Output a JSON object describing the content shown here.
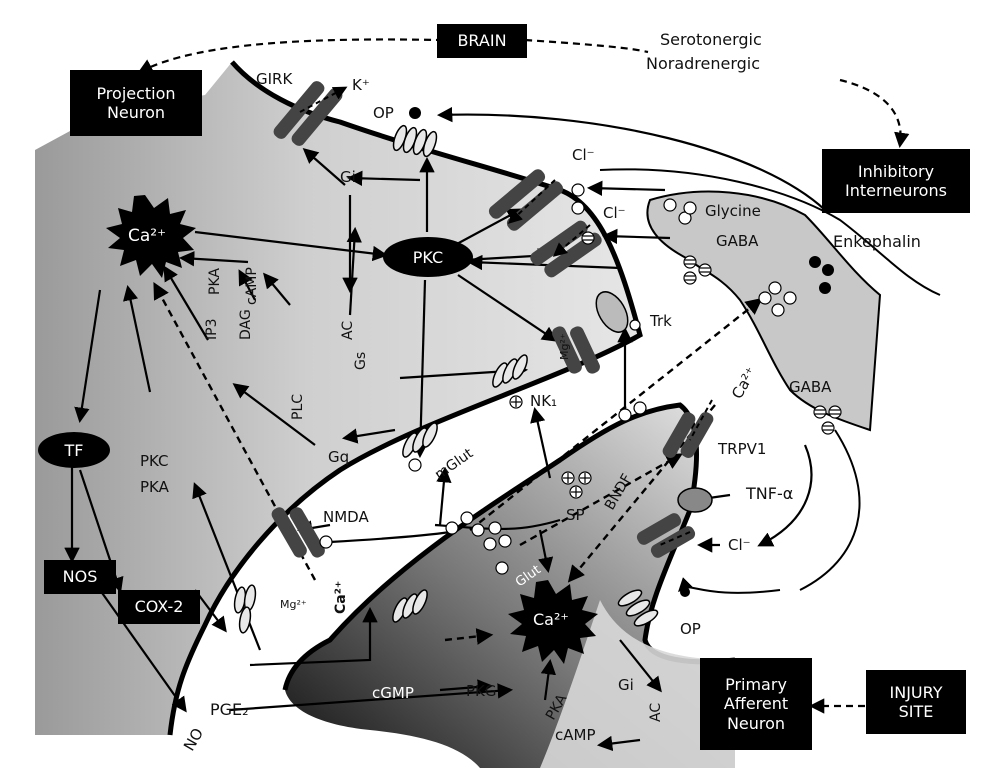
{
  "boxes": {
    "brain": "BRAIN",
    "projection_neuron": "Projection\nNeuron",
    "inhibitory_interneurons": "Inhibitory\nInterneurons",
    "primary_afferent_neuron": "Primary\nAfferent\nNeuron",
    "injury_site": "INJURY\nSITE",
    "nos": "NOS",
    "cox2": "COX-2"
  },
  "ovals": {
    "pkc": "PKC",
    "tf": "TF"
  },
  "bursts": {
    "ca_left": "Ca²⁺",
    "ca_bottom": "Ca²⁺"
  },
  "labels": {
    "serotonergic": "Serotonergic",
    "noradrenergic": "Noradrenergic",
    "girk": "GIRK",
    "k_plus": "K⁺",
    "op_top": "OP",
    "gi_top": "Gi",
    "cl_top": "Cl⁻",
    "cl_mid": "Cl⁻",
    "glycine": "Glycine",
    "gaba_top": "GABA",
    "enkephalin": "Enkephalin",
    "pka_top": "PKA",
    "camp_top": "cAMP",
    "ac_top": "AC",
    "ip3": "IP3",
    "dag": "DAG",
    "gs": "Gs",
    "mg_channel": "Mg²⁺",
    "trk": "Trk",
    "nk1": "NK₁",
    "ca_trpv1": "Ca²⁺",
    "plc": "PLC",
    "gq": "Gq",
    "mglut": "mGlut",
    "gaba_right": "GABA",
    "pkc_side": "PKC",
    "pka_side": "PKA",
    "nmda": "NMDA",
    "trpv1": "TRPV1",
    "bndf": "BNDF",
    "sp": "SP",
    "tnf_alpha": "TNF-α",
    "glut": "Glut",
    "cl_bottom": "Cl⁻",
    "mg_bottom": "Mg²⁺",
    "ca_nmda": "Ca²⁺",
    "op_bottom": "OP",
    "gi_bottom": "Gi",
    "pge2": "PGE₂",
    "no": "NO",
    "cgmp": "cGMP",
    "pkg": "PKG",
    "pka_bottom": "PKA",
    "ac_bottom": "AC",
    "camp_bottom": "cAMP"
  },
  "colors": {
    "box": "#000000",
    "membrane": "#000000"
  }
}
